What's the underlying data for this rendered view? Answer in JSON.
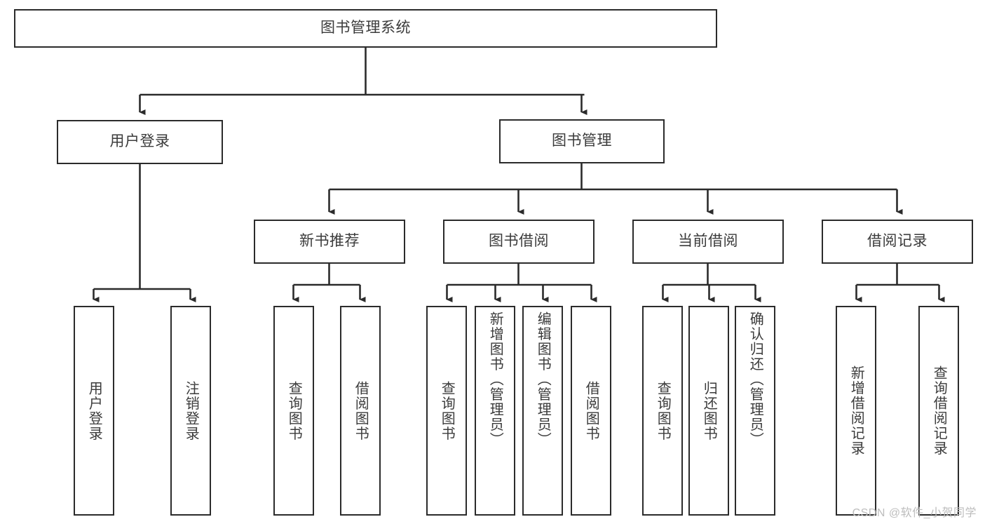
{
  "diagram": {
    "title": "图书管理系统",
    "type": "tree",
    "stroke_color": "#2b2b2b",
    "text_color": "#3b3b3b",
    "background_color": "#ffffff",
    "root": {
      "label": "图书管理系统"
    },
    "level2": [
      {
        "label": "用户登录"
      },
      {
        "label": "图书管理"
      }
    ],
    "level3": [
      {
        "label": "新书推荐"
      },
      {
        "label": "图书借阅"
      },
      {
        "label": "当前借阅"
      },
      {
        "label": "借阅记录"
      }
    ],
    "leaves": {
      "user_login": [
        {
          "label": "用户登录"
        },
        {
          "label": "注销登录"
        }
      ],
      "new_book_recommend": [
        {
          "label": "查询图书"
        },
        {
          "label": "借阅图书"
        }
      ],
      "book_borrow": [
        {
          "label": "查询图书"
        },
        {
          "label": "新增图书（管理员）"
        },
        {
          "label": "编辑图书（管理员）"
        },
        {
          "label": "借阅图书"
        }
      ],
      "current_borrow": [
        {
          "label": "查询图书"
        },
        {
          "label": "归还图书"
        },
        {
          "label": "确认归还（管理员）"
        }
      ],
      "borrow_record": [
        {
          "label": "新增借阅记录"
        },
        {
          "label": "查询借阅记录"
        }
      ]
    }
  },
  "watermark": {
    "text": "CSDN @软件_小贺同学"
  }
}
